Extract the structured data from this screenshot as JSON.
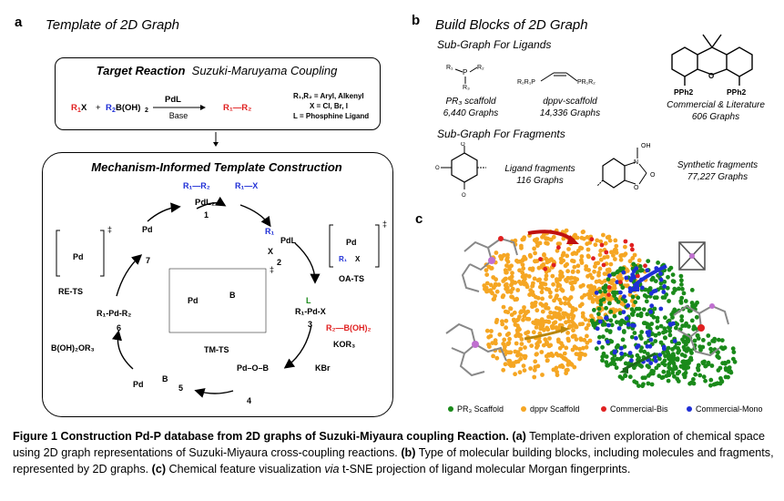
{
  "panel_a": {
    "letter": "a",
    "title": "Template of 2D Graph",
    "target_box": {
      "heading_bold": "Target Reaction",
      "heading_rest": "Suzuki-Maruyama Coupling",
      "reactant1_r": "R",
      "reactant1_sub": "1",
      "reactant1_x": "X",
      "plus": "+",
      "reactant2_r": "R",
      "reactant2_sub": "2",
      "reactant2_rest": "B(OH)",
      "reactant2_sub2": "2",
      "above_arrow": "PdL",
      "below_arrow": "Base",
      "product": "R₁—R₂",
      "conditions": [
        "R₁,R₂ = Aryl, Alkenyl",
        "X = Cl, Br, I",
        "L = Phosphine Ligand"
      ]
    },
    "mechanism_box": {
      "heading": "Mechanism-Informed Template Construction",
      "species": {
        "s1": "PdL₂",
        "n1": "1",
        "s2_top": "R₁",
        "s2_mid": "PdL",
        "s2_x": "X",
        "n2": "2",
        "oats": "OA-TS",
        "s3": "R₁-Pd-X",
        "n3": "3",
        "s3_L": "L",
        "reagent_boron": "R₂—B(OH)₂",
        "reagent_base": "KOR₃",
        "byproduct_kbr": "KBr",
        "n4": "4",
        "n5": "5",
        "byproduct_borate": "B(OH)₂OR₃",
        "s6": "R₁-Pd-R₂",
        "n6": "6",
        "rets": "RE-TS",
        "n7": "7",
        "tmts": "TM-TS",
        "r1r2_top": "R₁—R₂",
        "r1x_top": "R₁—X",
        "dagger": "‡"
      }
    }
  },
  "panel_b": {
    "letter": "b",
    "title": "Build Blocks of 2D Graph",
    "ligands_heading": "Sub-Graph For Ligands",
    "ligands": [
      {
        "name": "PR₃ scaffold",
        "count": "6,440 Graphs"
      },
      {
        "name": "dppv-scaffold",
        "count": "14,336 Graphs"
      },
      {
        "name": "Commercial & Literature",
        "count": "606 Graphs"
      }
    ],
    "ligand_struct_labels": {
      "pph2_left": "PPh2",
      "pph2_right": "PPh2",
      "dppv": "R₂R₁P",
      "dppv_right": "PR₁R₂"
    },
    "fragments_heading": "Sub-Graph For Fragments",
    "fragments": [
      {
        "name": "Ligand fragments",
        "count": "116 Graphs"
      },
      {
        "name": "Synthetic fragments",
        "count": "77,227 Graphs"
      }
    ]
  },
  "panel_c": {
    "letter": "c",
    "legend": [
      {
        "label": "PR₃ Scaffold",
        "color": "#1a8a1a"
      },
      {
        "label": "dppv Scaffold",
        "color": "#f5a623"
      },
      {
        "label": "Commercial-Bis",
        "color": "#e02020"
      },
      {
        "label": "Commercial-Mono",
        "color": "#1f2fd6"
      }
    ]
  },
  "caption": {
    "bold_head": "Figure 1 Construction Pd-P database from 2D graphs of Suzuki-Miyaura coupling Reaction.",
    "a_label": "(a)",
    "a_text": "Template-driven exploration of chemical space using 2D graph representations of Suzuki-Miyaura cross-coupling reactions.",
    "b_label": "(b)",
    "b_text": "Type of molecular building blocks, including molecules and fragments, represented by 2D graphs.",
    "c_label": "(c)",
    "c_text_1": "Chemical feature visualization",
    "c_via": "via",
    "c_text_2": "t-SNE projection of ligand molecular Morgan fingerprints."
  }
}
